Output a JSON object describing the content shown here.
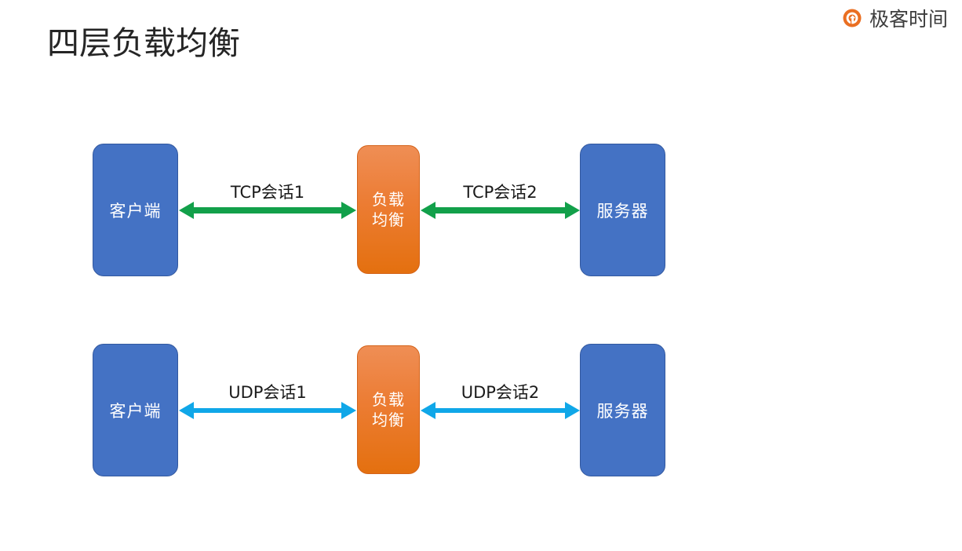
{
  "brand": {
    "logo_icon": "geektime-circle-icon",
    "name": "极客时间",
    "color": "#ea6f22"
  },
  "title": "四层负载均衡",
  "colors": {
    "node_blue": "#4472c4",
    "node_orange": "#ec7c33",
    "tcp_arrow_green": "#12a04a",
    "udp_arrow_cyan": "#10a7e8",
    "title_text": "#252525",
    "label_text": "#1a1a1a"
  },
  "diagram": {
    "type": "flow",
    "rows": [
      {
        "id": "tcp-row",
        "protocol": "TCP",
        "arrow_color": "#12a04a",
        "nodes": {
          "client": "客户端",
          "balancer_line1": "负载",
          "balancer_line2": "均衡",
          "server": "服务器"
        },
        "edges": [
          {
            "id": "client-to-lb",
            "label": "TCP会话1",
            "direction": "bidirectional"
          },
          {
            "id": "lb-to-server",
            "label": "TCP会话2",
            "direction": "bidirectional"
          }
        ]
      },
      {
        "id": "udp-row",
        "protocol": "UDP",
        "arrow_color": "#10a7e8",
        "nodes": {
          "client": "客户端",
          "balancer_line1": "负载",
          "balancer_line2": "均衡",
          "server": "服务器"
        },
        "edges": [
          {
            "id": "client-to-lb",
            "label": "UDP会话1",
            "direction": "bidirectional"
          },
          {
            "id": "lb-to-server",
            "label": "UDP会话2",
            "direction": "bidirectional"
          }
        ]
      }
    ]
  }
}
